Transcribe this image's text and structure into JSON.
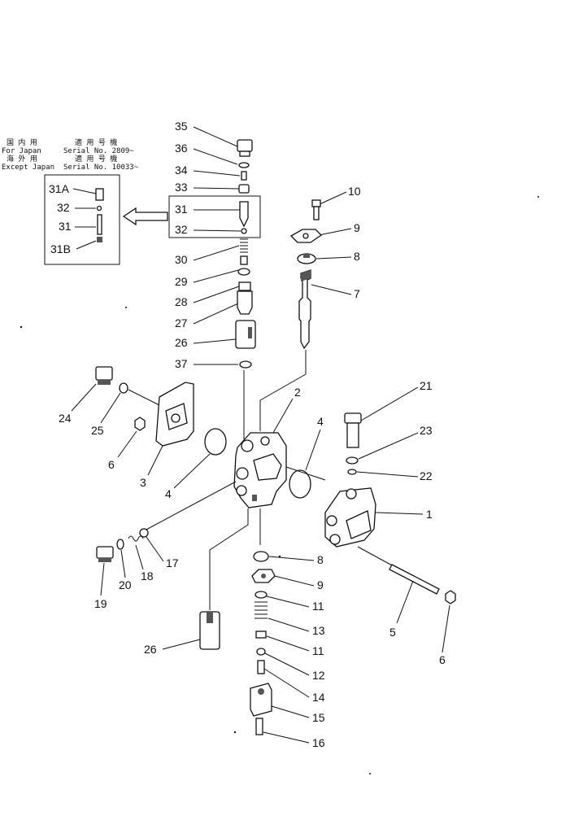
{
  "header": {
    "line1_jp": "国 内 用",
    "line1_serial_jp": "適 用 号 機",
    "line2_left": "For  Japan",
    "line2_right": "Serial  No.  2809~",
    "line3_jp": "海  外  用",
    "line3_serial_jp": "適 用 号 機",
    "line4_left": "Except  Japan",
    "line4_right": "Serial  No.  10033~"
  },
  "callouts": {
    "n1": "1",
    "n2": "2",
    "n3": "3",
    "n4a": "4",
    "n4b": "4",
    "n5": "5",
    "n6a": "6",
    "n6b": "6",
    "n7": "7",
    "n8a": "8",
    "n8b": "8",
    "n9a": "9",
    "n9b": "9",
    "n10": "10",
    "n11a": "11",
    "n11b": "11",
    "n12": "12",
    "n13": "13",
    "n14": "14",
    "n15": "15",
    "n16": "16",
    "n17": "17",
    "n18": "18",
    "n19": "19",
    "n20": "20",
    "n21": "21",
    "n22": "22",
    "n23": "23",
    "n24": "24",
    "n25": "25",
    "n26a": "26",
    "n26b": "26",
    "n27": "27",
    "n28": "28",
    "n29": "29",
    "n30": "30",
    "n31a": "31",
    "n31b": "31",
    "n31A": "31A",
    "n31B": "31B",
    "n32a": "32",
    "n32b": "32",
    "n33": "33",
    "n34": "34",
    "n35": "35",
    "n36": "36",
    "n37": "37"
  }
}
